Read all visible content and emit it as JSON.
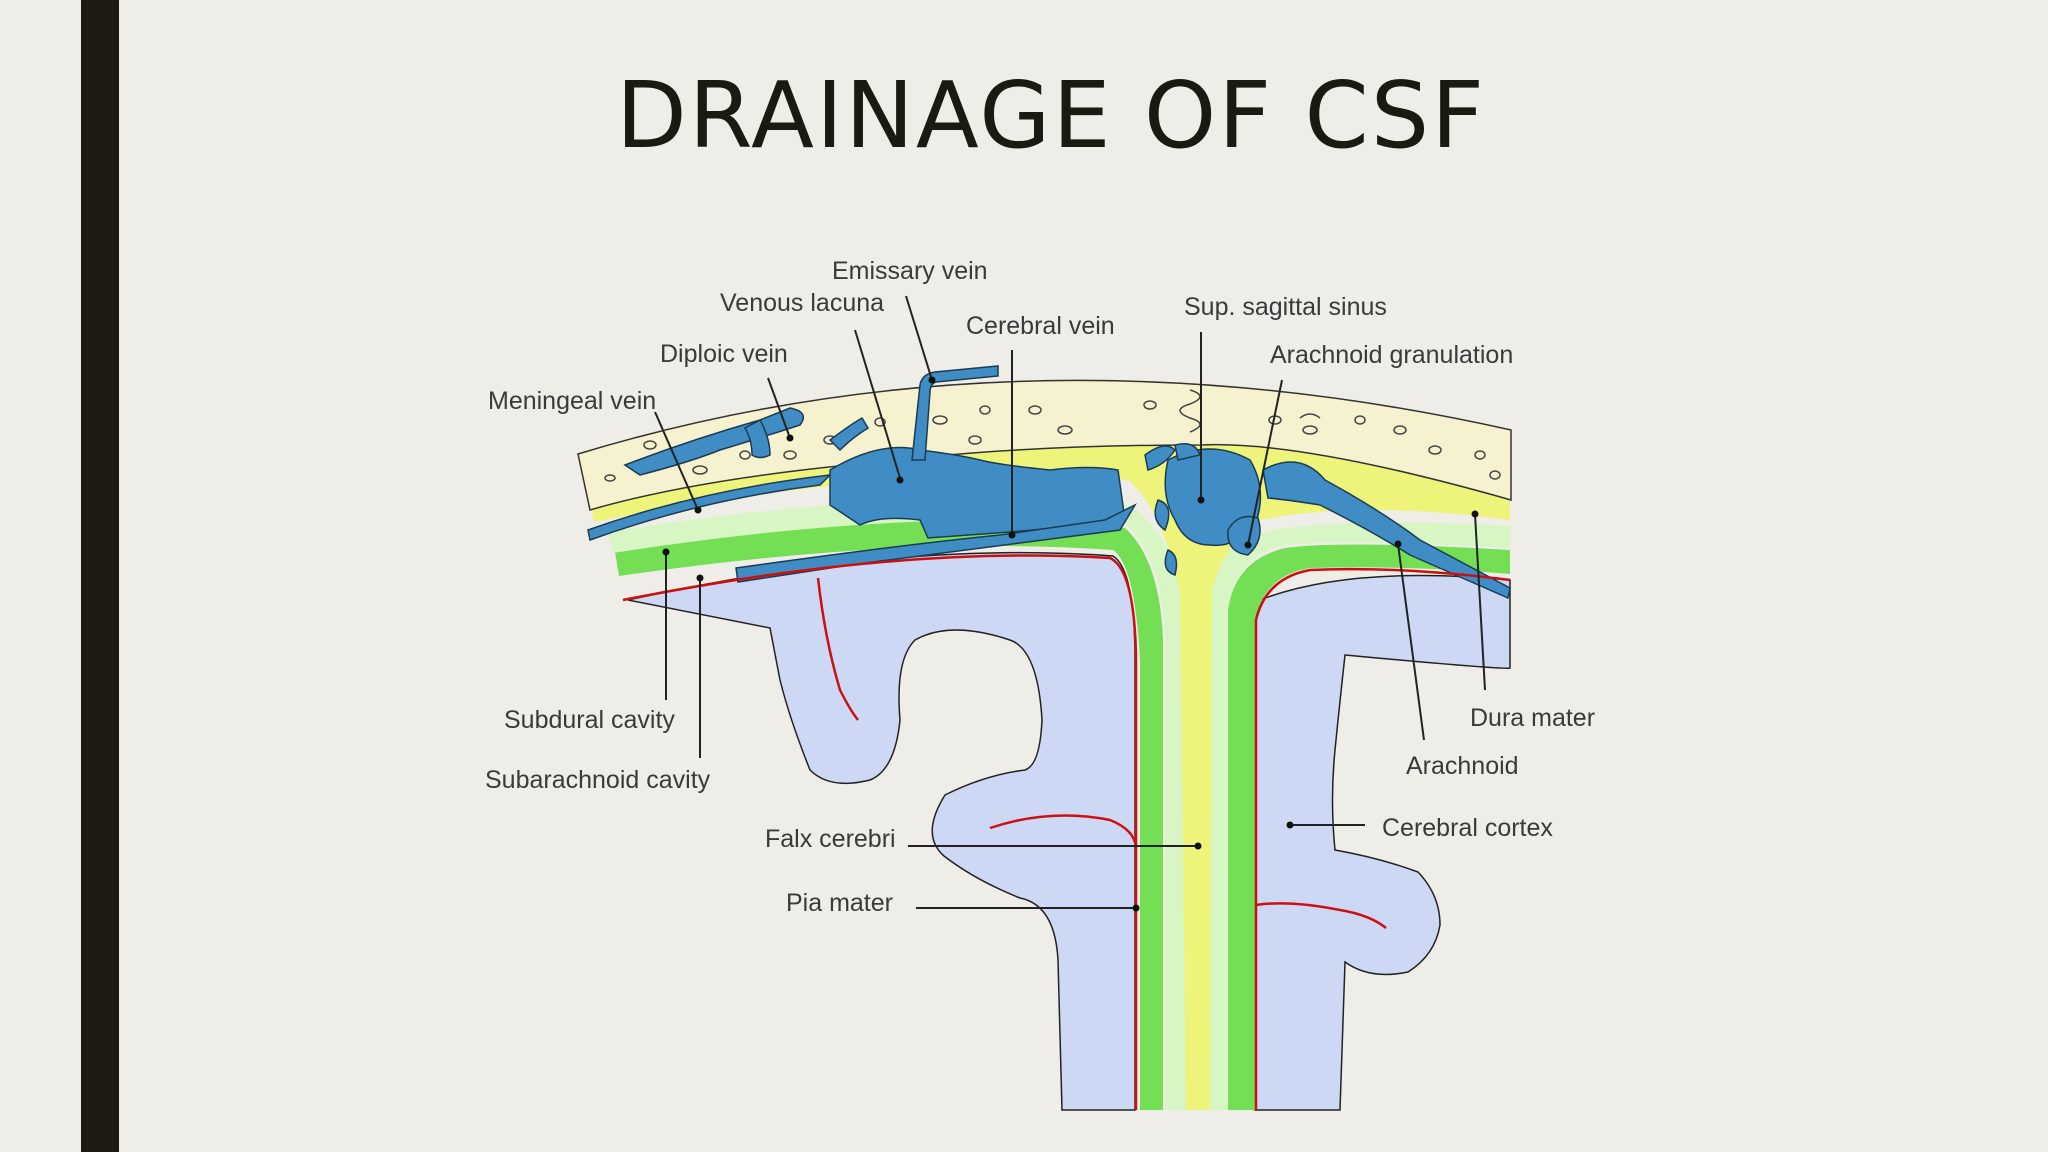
{
  "slide": {
    "title": "DRAINAGE OF CSF"
  },
  "diagram": {
    "labels": {
      "emissary_vein": "Emissary vein",
      "venous_lacuna": "Venous lacuna",
      "cerebral_vein": "Cerebral vein",
      "sup_sagittal_sinus": "Sup. sagittal sinus",
      "arachnoid_granulation": "Arachnoid granulation",
      "diploic_vein": "Diploic vein",
      "meningeal_vein": "Meningeal vein",
      "subdural_cavity": "Subdural cavity",
      "subarachnoid_cavity": "Subarachnoid cavity",
      "falx_cerebri": "Falx cerebri",
      "pia_mater": "Pia mater",
      "dura_mater": "Dura mater",
      "arachnoid": "Arachnoid",
      "cerebral_cortex": "Cerebral cortex"
    },
    "colors": {
      "bone": "#f6f1cf",
      "dura": "#eef47a",
      "arachnoid_layer": "#d8f5c4",
      "subarachnoid_space": "#74de55",
      "brain": "#cdd8f4",
      "vein": "#3f8dc4",
      "pia_vessel": "#cc1010"
    }
  }
}
